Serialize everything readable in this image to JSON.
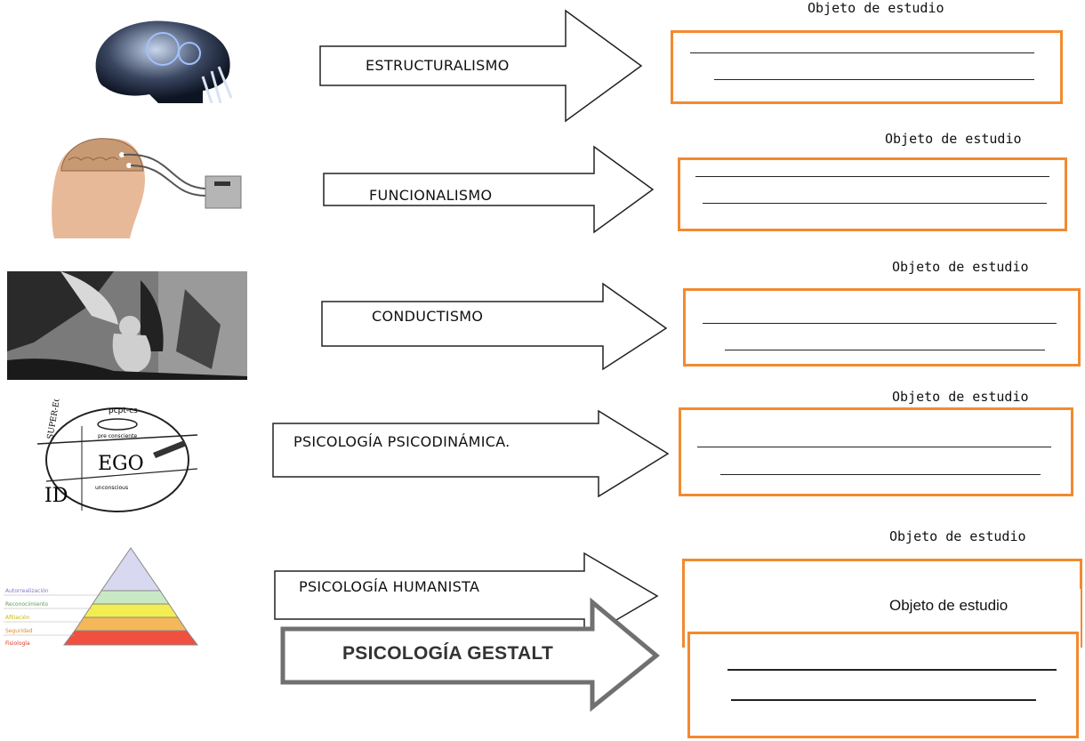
{
  "rows": [
    {
      "term": "ESTRUCTURALISMO",
      "objeto_label": "Objeto de estudio",
      "image_icon": "skull-xray-icon"
    },
    {
      "term": "FUNCIONALISMO",
      "objeto_label": "Objeto de estudio",
      "image_icon": "brain-electrodes-icon"
    },
    {
      "term": "CONDUCTISMO",
      "objeto_label": "Objeto de estudio",
      "image_icon": "baby-experiment-photo-icon"
    },
    {
      "term": "PSICOLOGÍA PSICODINÁMICA.",
      "objeto_label": "Objeto de estudio",
      "image_icon": "id-ego-superego-diagram-icon"
    },
    {
      "term": "PSICOLOGÍA HUMANISTA",
      "objeto_label": "Objeto de estudio",
      "image_icon": "maslow-pyramid-icon"
    },
    {
      "term": "PSICOLOGÍA GESTALT",
      "objeto_label": "Objeto de estudio"
    }
  ],
  "ego_diagram": {
    "top": "pcpt-cs",
    "ego": "EGO",
    "id": "ID",
    "superego": "SUPER-EGO",
    "pre": "pre consciente",
    "uncon": "unconscious"
  },
  "pyramid_levels": [
    "Autorrealización",
    "Reconocimiento",
    "Afiliación",
    "Seguridad",
    "Fisiología"
  ],
  "colors": {
    "box_border": "#f28a30",
    "arrow_stroke": "#222222",
    "gestalt_arrow_stroke": "#707070"
  }
}
